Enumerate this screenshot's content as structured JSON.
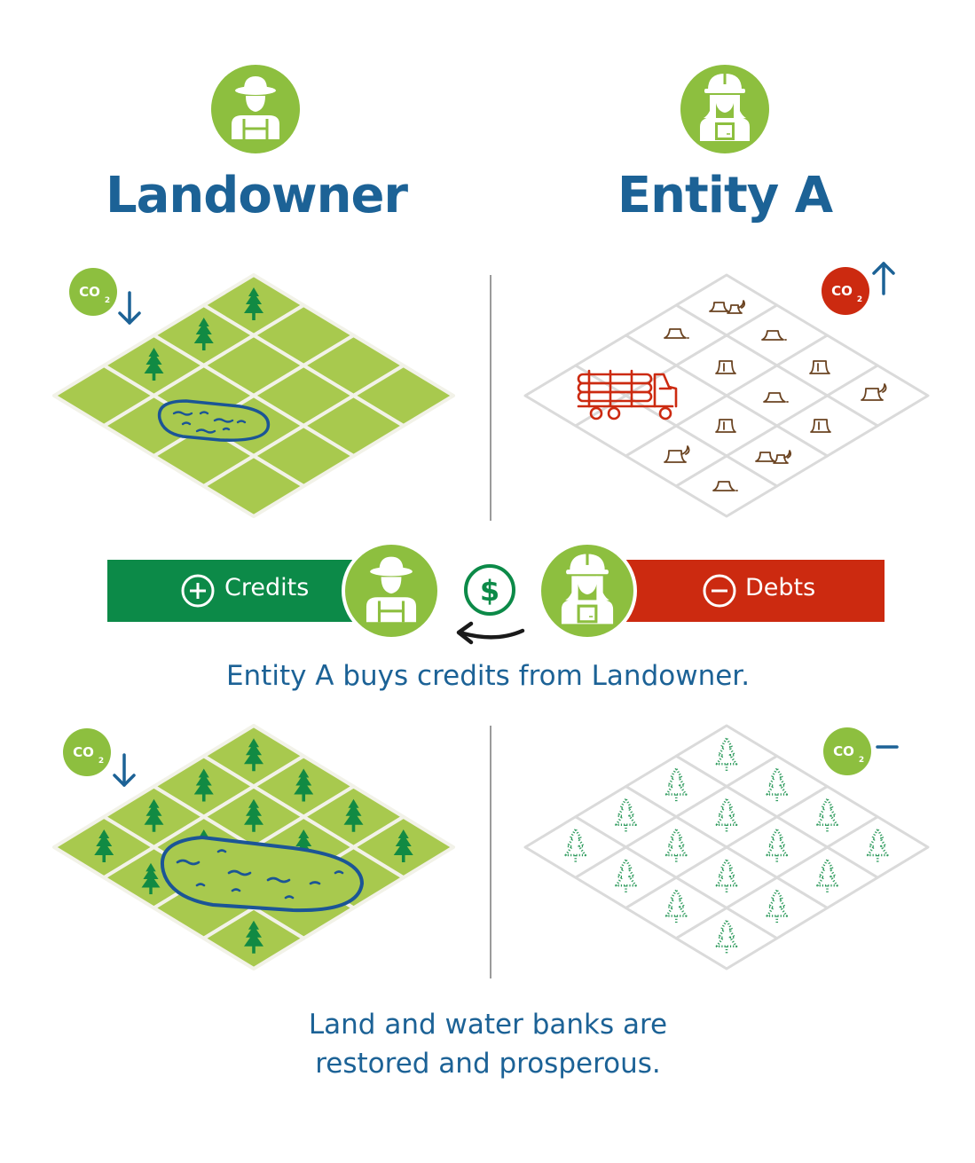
{
  "headings": {
    "landowner": "Landowner",
    "entity_a": "Entity A"
  },
  "co2_badge": {
    "text": "CO",
    "subscript": "2"
  },
  "co2_status": {
    "landowner_before": "decrease",
    "entity_before": "increase",
    "landowner_after": "decrease",
    "entity_after": "neutral"
  },
  "transaction": {
    "credits_label": "Credits",
    "debts_label": "Debts",
    "money_symbol": "$"
  },
  "captions": {
    "exchange": "Entity A buys credits from Landowner.",
    "outcome_line1": "Land and water banks are",
    "outcome_line2": "restored and prosperous."
  },
  "colors": {
    "title_blue": "#1c6296",
    "light_green": "#8dbf3f",
    "grass_green": "#a8c94e",
    "credits_green": "#0c8a48",
    "debts_red": "#cc2a10",
    "co2_red": "#cc2a10",
    "stump_brown": "#6b4422",
    "truck_red": "#cc2a10",
    "tree_green": "#118a43",
    "sapling_green": "#2d9a5c",
    "grid_gray": "#dadada"
  }
}
